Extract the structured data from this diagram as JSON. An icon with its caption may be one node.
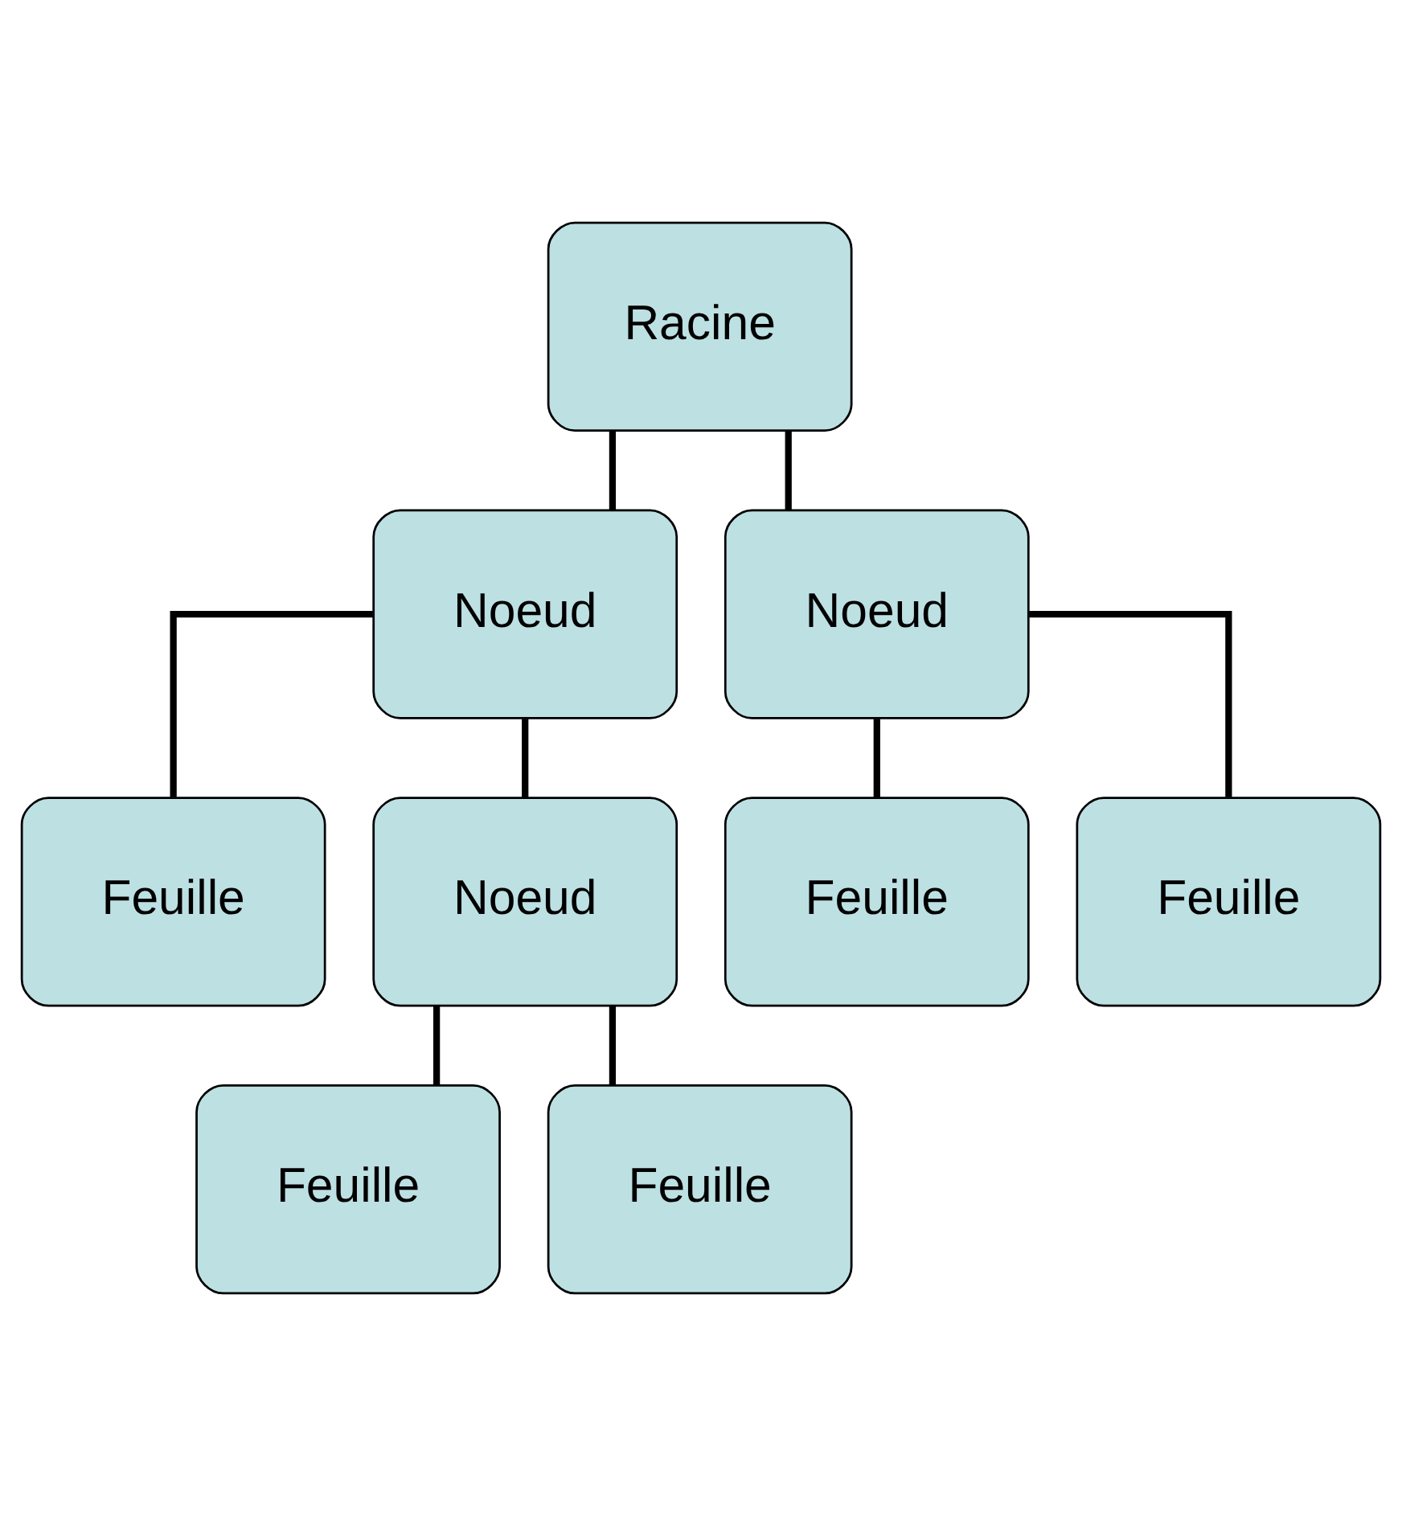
{
  "diagram": {
    "nodes": [
      {
        "text": [
          "Racine"
        ]
      },
      {
        "text": [
          "Noeud"
        ]
      },
      {
        "text": [
          "Noeud"
        ]
      },
      {
        "text": [
          "Feuille"
        ]
      },
      {
        "text": [
          "Noeud"
        ]
      },
      {
        "text": [
          "Feuille"
        ]
      },
      {
        "text": [
          "Feuille"
        ]
      },
      {
        "text": [
          "Feuille"
        ]
      },
      {
        "text": [
          "Feuille"
        ]
      }
    ],
    "edges": [
      {
        "from": 0,
        "to": 1,
        "arrow": "none"
      },
      {
        "from": 0,
        "to": 2,
        "arrow": "none"
      },
      {
        "from": 1,
        "to": 3,
        "arrow": "none"
      },
      {
        "from": 1,
        "to": 4,
        "arrow": "none"
      },
      {
        "from": 2,
        "to": 5,
        "arrow": "none"
      },
      {
        "from": 2,
        "to": 6,
        "arrow": "none"
      },
      {
        "from": 4,
        "to": 7,
        "arrow": "none"
      },
      {
        "from": 4,
        "to": 8,
        "arrow": "none"
      }
    ]
  }
}
